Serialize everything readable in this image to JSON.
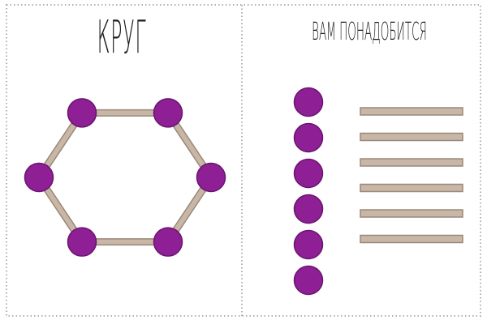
{
  "left_panel": {
    "title": "Круг",
    "node_count": 6
  },
  "right_panel": {
    "title": "Вам понадобится",
    "ball_count": 6,
    "stick_count": 6
  },
  "colors": {
    "ball": "#8e1f94",
    "ball_stroke": "#6a1470",
    "stick": "#c8b6a6",
    "stick_stroke": "#9a8878",
    "border": "#b0b0b0"
  }
}
